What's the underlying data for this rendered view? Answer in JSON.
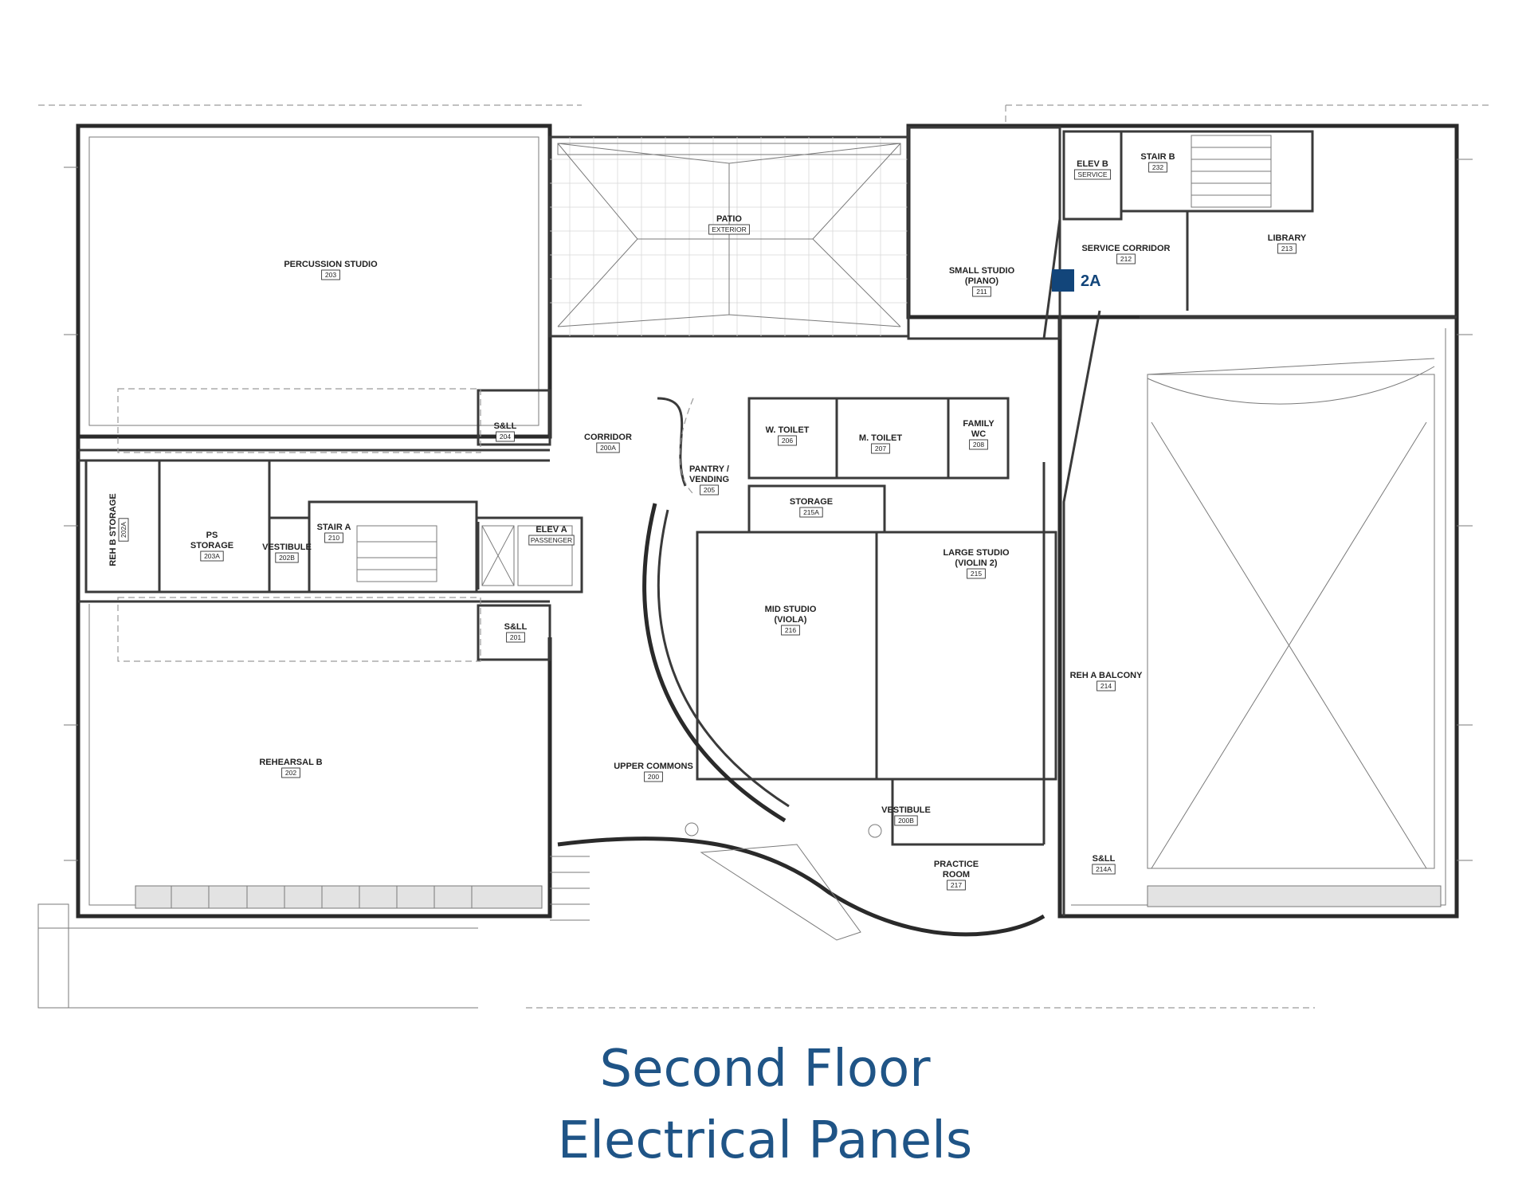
{
  "title": {
    "line1": "Second Floor",
    "line2": "Electrical Panels",
    "color": "#1f5486"
  },
  "marker": {
    "label": "2A",
    "color": "#12457a",
    "location_room": "SERVICE CORRIDOR"
  },
  "rooms": [
    {
      "id": "percussion-studio",
      "name": "PERCUSSION STUDIO",
      "number": "203"
    },
    {
      "id": "patio",
      "name": "PATIO",
      "number": "EXTERIOR"
    },
    {
      "id": "small-studio",
      "name": "SMALL STUDIO",
      "name2": "(PIANO)",
      "number": "211"
    },
    {
      "id": "elev-b",
      "name": "ELEV B",
      "number": "SERVICE"
    },
    {
      "id": "stair-b",
      "name": "STAIR B",
      "number": "232"
    },
    {
      "id": "service-corridor",
      "name": "SERVICE CORRIDOR",
      "number": "212"
    },
    {
      "id": "library",
      "name": "LIBRARY",
      "number": "213"
    },
    {
      "id": "sll-204",
      "name": "S&LL",
      "number": "204"
    },
    {
      "id": "corridor",
      "name": "CORRIDOR",
      "number": "200A"
    },
    {
      "id": "w-toilet",
      "name": "W. TOILET",
      "number": "206"
    },
    {
      "id": "m-toilet",
      "name": "M. TOILET",
      "number": "207"
    },
    {
      "id": "family-wc",
      "name": "FAMILY",
      "name2": "WC",
      "number": "208"
    },
    {
      "id": "pantry",
      "name": "PANTRY /",
      "name2": "VENDING",
      "number": "205"
    },
    {
      "id": "storage-215a",
      "name": "STORAGE",
      "number": "215A"
    },
    {
      "id": "reh-b-storage",
      "name": "REH B STORAGE",
      "number": "202A"
    },
    {
      "id": "ps-storage",
      "name": "PS",
      "name2": "STORAGE",
      "number": "203A"
    },
    {
      "id": "vestibule-202b",
      "name": "VESTIBULE",
      "number": "202B"
    },
    {
      "id": "stair-a",
      "name": "STAIR A",
      "number": "210"
    },
    {
      "id": "elev-a",
      "name": "ELEV A",
      "number": "PASSENGER"
    },
    {
      "id": "large-studio",
      "name": "LARGE STUDIO",
      "name2": "(VIOLIN 2)",
      "number": "215"
    },
    {
      "id": "sll-201",
      "name": "S&LL",
      "number": "201"
    },
    {
      "id": "mid-studio",
      "name": "MID STUDIO",
      "name2": "(VIOLA)",
      "number": "216"
    },
    {
      "id": "reh-a-balcony",
      "name": "REH A BALCONY",
      "number": "214"
    },
    {
      "id": "rehearsal-b",
      "name": "REHEARSAL B",
      "number": "202"
    },
    {
      "id": "upper-commons",
      "name": "UPPER COMMONS",
      "number": "200"
    },
    {
      "id": "vestibule-200b",
      "name": "VESTIBULE",
      "number": "200B"
    },
    {
      "id": "practice-room",
      "name": "PRACTICE",
      "name2": "ROOM",
      "number": "217"
    },
    {
      "id": "sll-214a",
      "name": "S&LL",
      "number": "214A"
    }
  ]
}
